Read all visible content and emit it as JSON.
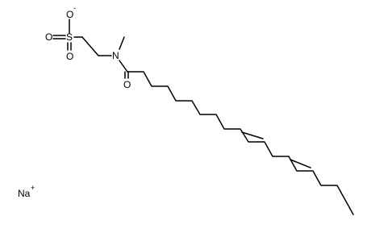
{
  "atoms": {
    "o_minus": "O",
    "o_minus_charge": "-",
    "o_left": "O",
    "s": "S",
    "o_lower": "O",
    "n": "N",
    "o_amide": "O"
  },
  "counterion": {
    "symbol": "Na",
    "charge": "+"
  },
  "colors": {
    "bond": "#000000",
    "label": "#000000",
    "background": "#ffffff"
  }
}
